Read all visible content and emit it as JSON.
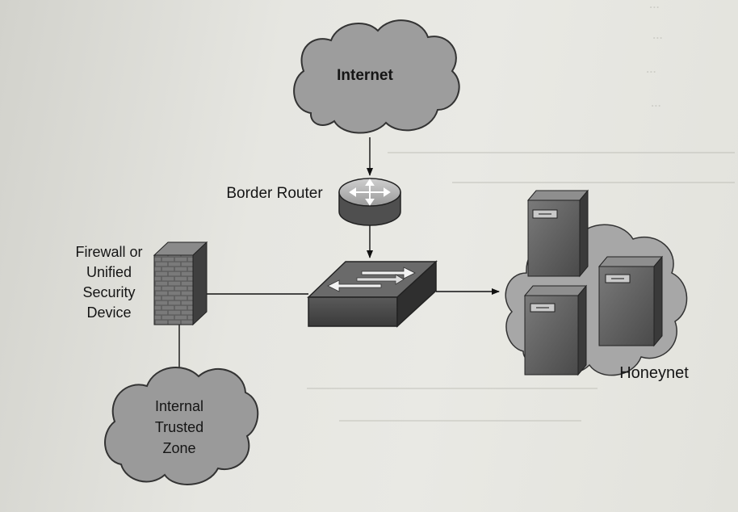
{
  "diagram": {
    "nodes": {
      "internet": "Internet",
      "border_router": "Border Router",
      "firewall": [
        "Firewall or",
        "Unified",
        "Security",
        "Device"
      ],
      "internal_zone": [
        "Internal",
        "Trusted",
        "Zone"
      ],
      "honeynet": "Honeynet"
    },
    "edges": [
      {
        "from": "internet",
        "to": "border_router",
        "arrow": true
      },
      {
        "from": "border_router",
        "to": "switch",
        "arrow": true
      },
      {
        "from": "firewall",
        "to": "switch",
        "arrow": false
      },
      {
        "from": "switch",
        "to": "honeynet",
        "arrow": true
      },
      {
        "from": "firewall",
        "to": "internal_zone",
        "arrow": false
      }
    ]
  },
  "colors": {
    "cloud_fill": "#9c9c9c",
    "device_dark": "#555555",
    "brick": "#6e6e6e",
    "server": "#6a6a6a"
  }
}
